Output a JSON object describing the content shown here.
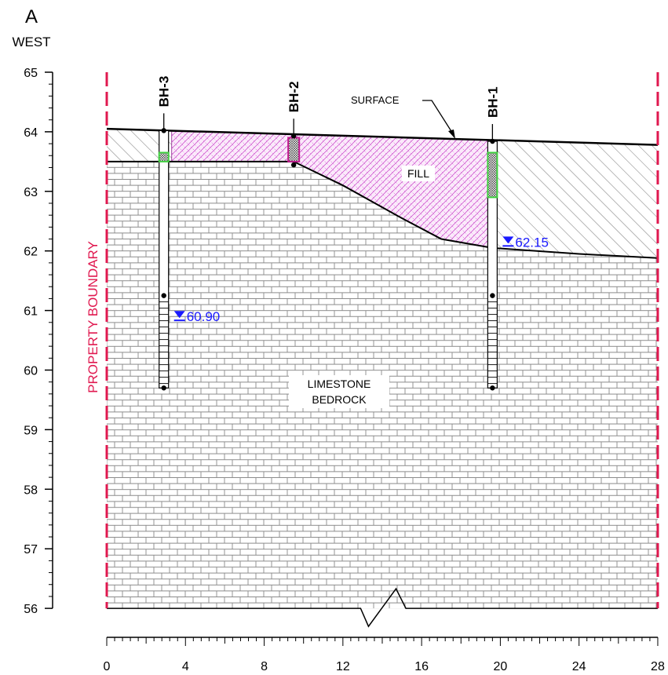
{
  "section": {
    "letter": "A",
    "direction": "WEST"
  },
  "y_axis": {
    "ticks": [
      65,
      64,
      63,
      62,
      61,
      60,
      59,
      58,
      57,
      56
    ]
  },
  "x_axis": {
    "ticks": [
      0,
      4,
      8,
      12,
      16,
      20,
      24,
      28
    ]
  },
  "labels": {
    "property_boundary": "PROPERTY BOUNDARY",
    "surface": "SURFACE",
    "fill": "FILL",
    "bedrock_line1": "LIMESTONE",
    "bedrock_line2": "BEDROCK"
  },
  "boreholes": [
    {
      "name": "BH-3",
      "x": 2.9,
      "top": 64.02,
      "bottom": 59.7,
      "screen_top": 63.65,
      "screen_bottom": 63.5,
      "core_top": 61.25,
      "water_level": "60.90",
      "water_elev": 60.9
    },
    {
      "name": "BH-2",
      "x": 9.5,
      "top": 63.93,
      "bottom": 63.47,
      "screen_top": 63.9,
      "screen_bottom": 63.5,
      "core_top": null,
      "water_level": null,
      "water_elev": null
    },
    {
      "name": "BH-1",
      "x": 19.6,
      "top": 63.84,
      "bottom": 59.7,
      "screen_top": 63.65,
      "screen_bottom": 62.9,
      "core_top": 61.25,
      "water_level": "62.15",
      "water_elev": 62.15
    }
  ],
  "profiles": {
    "surface": [
      [
        0,
        64.05
      ],
      [
        28,
        63.78
      ]
    ],
    "fill_base": [
      [
        0,
        63.5
      ],
      [
        9.5,
        63.5
      ],
      [
        12,
        63.1
      ],
      [
        15,
        62.55
      ],
      [
        17,
        62.2
      ],
      [
        19.6,
        62.05
      ],
      [
        24,
        61.95
      ],
      [
        28,
        61.88
      ]
    ]
  },
  "colors": {
    "boundary": "#e0184f",
    "fill_pattern": "#c940c9",
    "water": "#1a1aff",
    "screen": "#3fcf3f",
    "brick": "#8a8a8a"
  }
}
